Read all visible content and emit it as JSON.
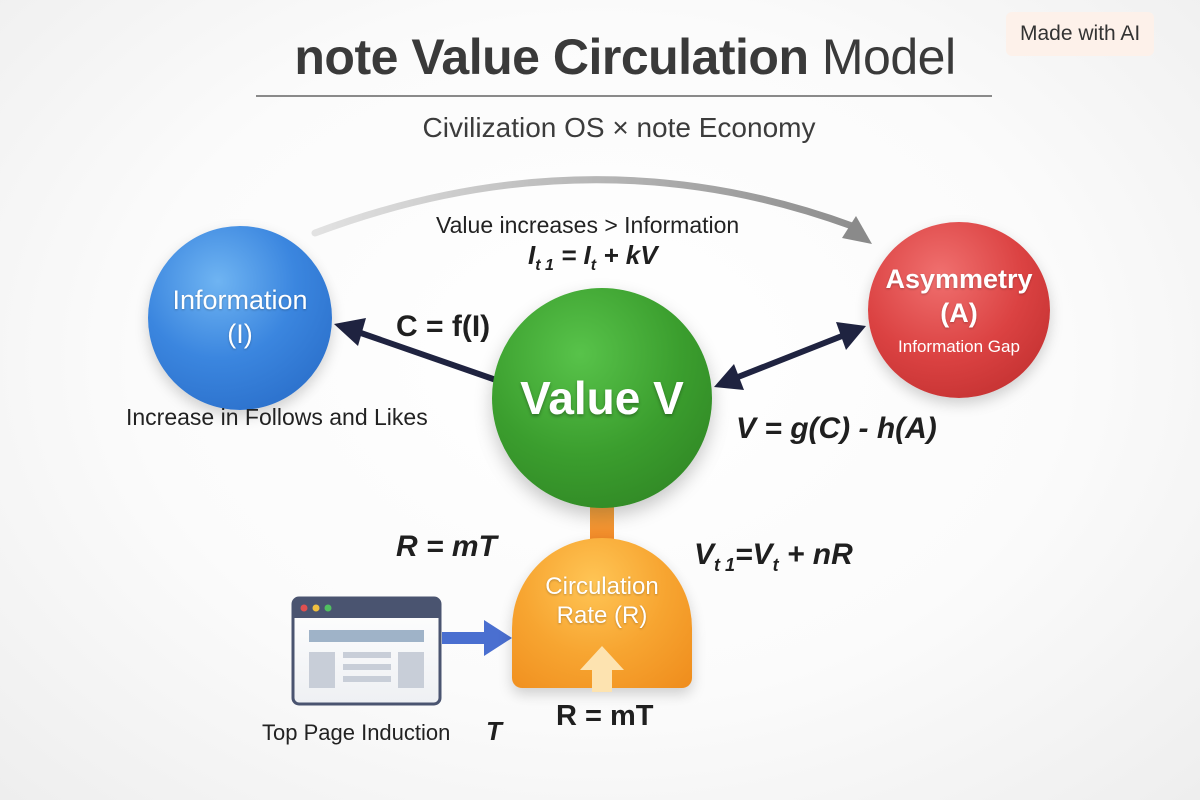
{
  "header": {
    "title_bold": "note Value Circulation",
    "title_light": "Model",
    "subtitle": "Civilization OS × note Economy",
    "watermark": "Made with AI"
  },
  "nodes": {
    "information": {
      "line1": "Information",
      "line2": "(I)",
      "color": "#3b86df"
    },
    "asymmetry": {
      "line1": "Asymmetry",
      "line2": "(A)",
      "sub": "Information Gap",
      "color": "#db4242"
    },
    "value": {
      "label": "Value V",
      "color": "#3b9e2e"
    },
    "rate": {
      "line1": "Circulation",
      "line2": "Rate (R)",
      "color": "#f7a531"
    }
  },
  "labels": {
    "value_increases": "Value increases > Information",
    "follows_likes": "Increase in Follows and Likes",
    "top_page": "Top Page Induction"
  },
  "formulas": {
    "info_update_lhs": "I",
    "info_update_lhs_sub": "t 1",
    "info_update_eq": "= I",
    "info_update_rhs_sub": "t",
    "info_update_tail": "+ kV",
    "c_eq": "C = f(I)",
    "v_eq": "V = g(C) - h(A)",
    "r_eq_left": "R = mT",
    "v_update_lhs": "V",
    "v_update_lhs_sub": "t 1",
    "v_update_eq": "=V",
    "v_update_rhs_sub": "t",
    "v_update_tail": "+ nR",
    "r_eq_bottom": "R = mT",
    "t_symbol": "T"
  },
  "colors": {
    "arrow_dark": "#1f2340",
    "arrow_gray": "#9a9a9a",
    "arrow_orange": "#f29a2e",
    "arrow_blue": "#4a6fd0"
  }
}
